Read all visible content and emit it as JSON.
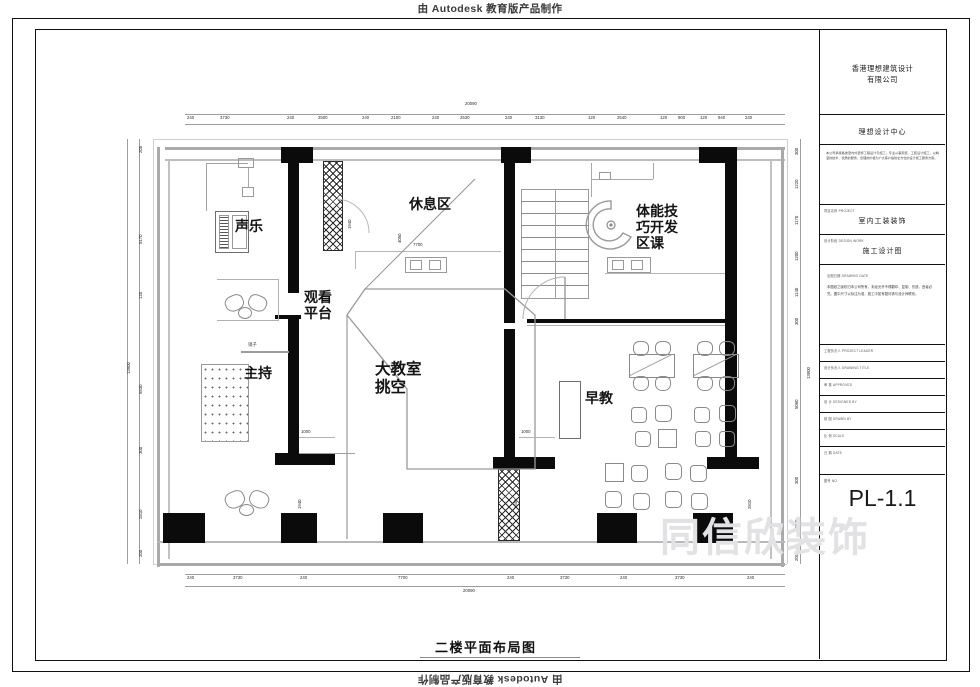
{
  "watermarks": {
    "autodesk": "由 Autodesk 教育版产品制作",
    "center": "同信欣装饰"
  },
  "plan": {
    "title": "二楼平面布局图",
    "rooms": [
      {
        "key": "vocal",
        "label": "声乐"
      },
      {
        "key": "rest",
        "label": "休息区"
      },
      {
        "key": "physical",
        "label": "体能技\n巧开发\n区课"
      },
      {
        "key": "viewing",
        "label": "观看\n平台"
      },
      {
        "key": "host",
        "label": "主持"
      },
      {
        "key": "classroom",
        "label": "大教室\n挑空"
      },
      {
        "key": "early",
        "label": "早教"
      }
    ],
    "annotations": [
      {
        "key": "mirror",
        "label": "镜子"
      },
      {
        "key": "w7700",
        "label": "7700"
      },
      {
        "key": "w1000a",
        "label": "1000"
      },
      {
        "key": "w1000b",
        "label": "1000"
      }
    ],
    "dims_top": [
      "240",
      "3730",
      "240",
      "2500",
      "240",
      "2100",
      "240",
      "2530",
      "240",
      "3130",
      "120",
      "2540",
      "120",
      "900",
      "120",
      "940",
      "240"
    ],
    "dims_top_total": "20090",
    "dims_bottom": [
      "240",
      "3730",
      "240",
      "7700",
      "240",
      "3730",
      "240",
      "3730",
      "240"
    ],
    "dims_bottom_total": "20090",
    "dims_left": [
      "205",
      "5170",
      "120",
      "5530",
      "300",
      "2810",
      "200"
    ],
    "dims_left_total": "13900",
    "dims_right": [
      "300",
      "1220",
      "1170",
      "1200",
      "1140",
      "300",
      "5060",
      "300",
      "2810",
      "200"
    ],
    "dims_right_total": "13900",
    "dims_inner": [
      "1940",
      "4050",
      "1340",
      "2810",
      "1940"
    ]
  },
  "titleblock": {
    "company": "香港理想建筑设计\n有限公司",
    "center_name": "理想设计中心",
    "description": "本公司承接各类室内外装饰工程设计与施工，专业从事家装、工装设计施工，以精湛的技术、优质的服务、合理的价格为广大客户提供全方位的设计施工服务方案。",
    "project_label": "项目名称  PROJECT",
    "project_value": "室内工装装饰",
    "drawing_label": "设计阶段  DESIGN WORK",
    "drawing_value": "施工设计图",
    "date_label": "出图日期  DRAWING DATE",
    "note": "本图纸之版权归本公司所有，未经允许不得翻印、复制、仿造，违者必究。图中尺寸以标注为准，施工中如有疑问请与设计师联系。",
    "rows": [
      {
        "label": "工程负责人  PROJECT LEADER",
        "value": ""
      },
      {
        "label": "设计负责人  DRAWING TITLE",
        "value": ""
      },
      {
        "label": "审  核  APPROVED",
        "value": ""
      },
      {
        "label": "设  计  DESIGNED BY",
        "value": ""
      },
      {
        "label": "制  图  DRAWN BY",
        "value": ""
      },
      {
        "label": "比  例  SCALE",
        "value": ""
      },
      {
        "label": "日  期  DATE",
        "value": ""
      }
    ],
    "sheet_label": "图号  NO.",
    "sheet_number": "PL-1.1"
  }
}
